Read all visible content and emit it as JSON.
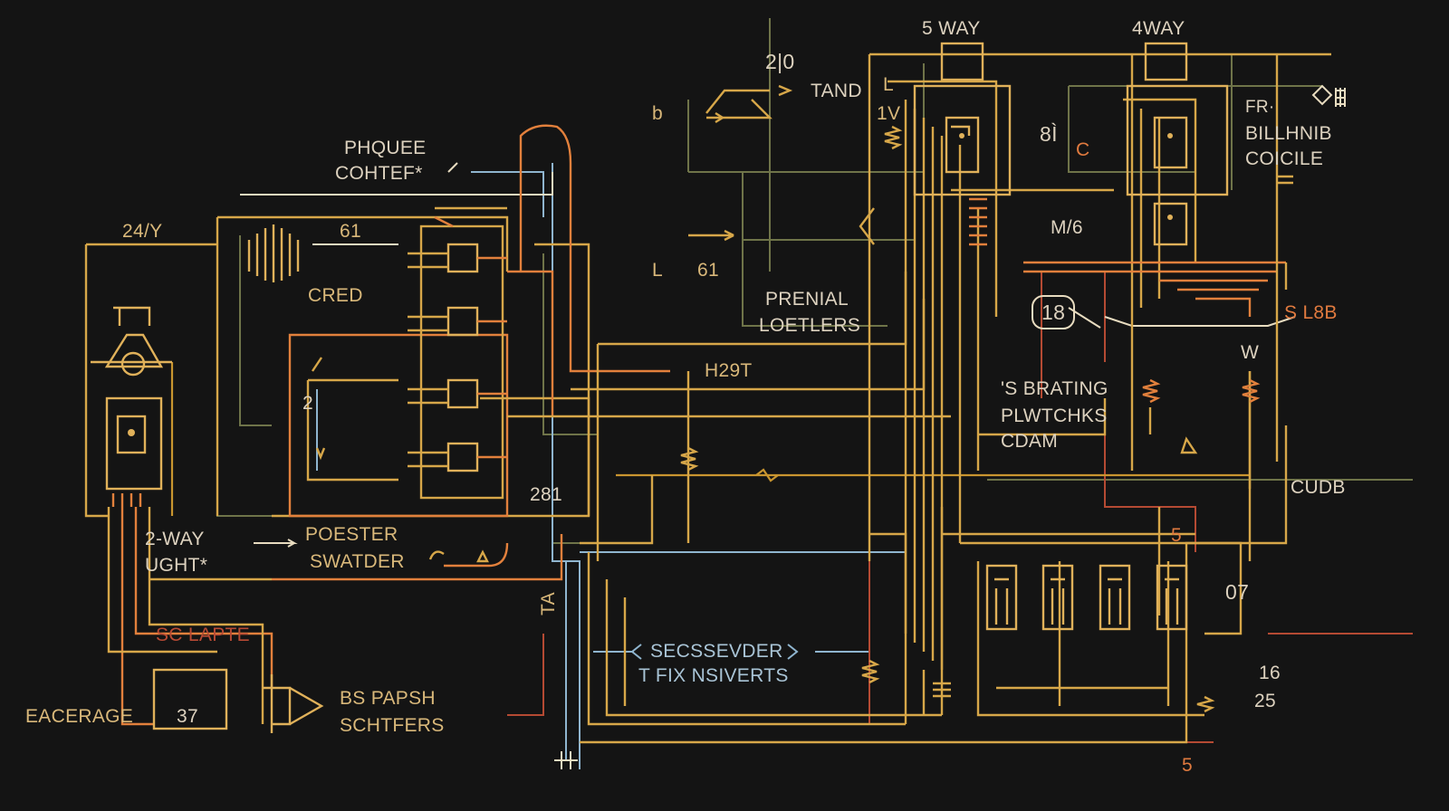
{
  "labels": {
    "five_way": "5 WAY",
    "four_way": "4WAY",
    "twenty_zero": "2|0",
    "tand": "TAND",
    "b_left": "b",
    "l_top": "L",
    "one_v": "1V",
    "fr": "FR·",
    "billhnib": "BILLHNIB",
    "coicile": "COICILE",
    "eight_one": "8Ì",
    "c_mark": "C",
    "phquee": "PHQUEE",
    "cohtef": "COHTEF*",
    "twenty_four_y": "24/Y",
    "sixty_one_a": "61",
    "m_6": "M/6",
    "l_mid": "L",
    "sixty_one_b": "61",
    "cred": "CRED",
    "prenial": "PRENIAL",
    "loetlers": "LOETLERS",
    "eighteen": "18",
    "s_l8b": "S L8B",
    "w_mark": "W",
    "h29t": "H29T",
    "two": "2",
    "s_brating": "'S BRATING",
    "plwtchks": "PLWTCHKS",
    "cdam": "CDAM",
    "two_eighty_one": "281",
    "cudb": "CUDB",
    "two_way": "2-WAY",
    "ught": "UGHT*",
    "poester": "POESTER",
    "swatder": "SWATDER",
    "five_mid": "5",
    "zero_seven": "07",
    "ta": "TA",
    "sc_lapte": "SC LAPTE",
    "secssevder": "SECSSEVDER",
    "fix_nsiverts": "T FIX NSIVERTS",
    "sixteen": "16",
    "twenty_five": "25",
    "eacerage": "EACERAGE",
    "thirty_seven": "37",
    "bs_papsh": "BS PAPSH",
    "schtfers": "SCHTFERS",
    "five_bottom": "5"
  },
  "colors": {
    "background": "#141414",
    "gold": "#d7a749",
    "orange": "#e2803c",
    "red": "#b54a33",
    "olive": "#6f7449",
    "blue": "#8fb5cf",
    "text": "#ddd2bf"
  }
}
